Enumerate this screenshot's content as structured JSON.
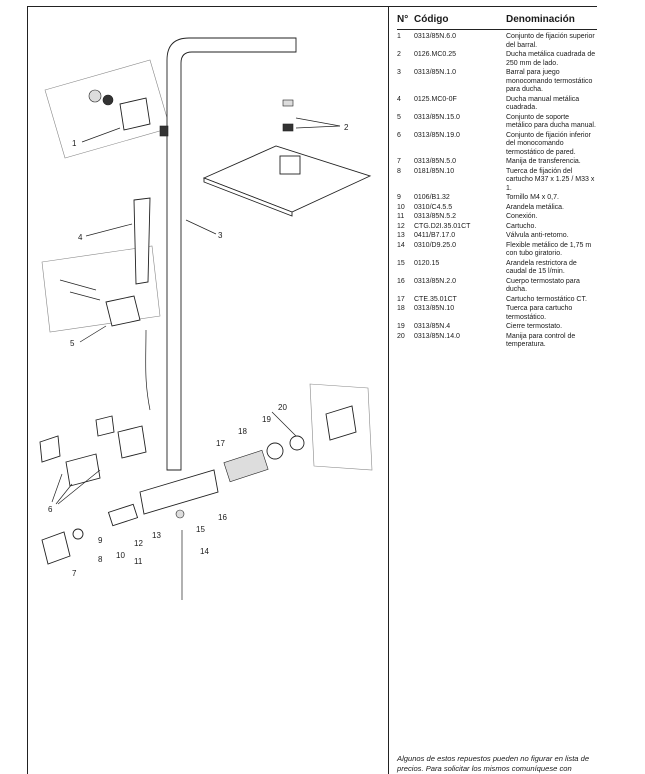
{
  "table": {
    "headers": {
      "no": "N°",
      "code": "Código",
      "name": "Denominación"
    },
    "rows": [
      {
        "no": "1",
        "code": "0313/85N.6.0",
        "name": "Conjunto de fijación superior del barral."
      },
      {
        "no": "2",
        "code": "0126.MC0.25",
        "name": "Ducha metálica cuadrada de 250 mm de lado."
      },
      {
        "no": "3",
        "code": "0313/85N.1.0",
        "name": "Barral para juego monocomando termostático para ducha."
      },
      {
        "no": "4",
        "code": "0125.MC0-0F",
        "name": "Ducha manual metálica cuadrada."
      },
      {
        "no": "5",
        "code": "0313/85N.15.0",
        "name": "Conjunto de soporte metálico para ducha manual."
      },
      {
        "no": "6",
        "code": "0313/85N.19.0",
        "name": "Conjunto de fijación inferior del monocomando termostático de pared."
      },
      {
        "no": "7",
        "code": "0313/85N.5.0",
        "name": "Manija de transferencia."
      },
      {
        "no": "8",
        "code": "0181/85N.10",
        "name": "Tuerca de fijación del cartucho M37 x 1.25 / M33 x 1."
      },
      {
        "no": "9",
        "code": "0106/B1.32",
        "name": "Tornillo M4 x 0,7."
      },
      {
        "no": "10",
        "code": "0310/C4.5.5",
        "name": "Arandela metálica."
      },
      {
        "no": "11",
        "code": "0313/85N.5.2",
        "name": "Conexión."
      },
      {
        "no": "12",
        "code": "CTG.D2I.35.01CT",
        "name": "Cartucho."
      },
      {
        "no": "13",
        "code": "0411/B7.17.0",
        "name": "Válvula anti-retorno."
      },
      {
        "no": "14",
        "code": "0310/D9.25.0",
        "name": "Flexible metálico de 1,75 m con tubo giratorio."
      },
      {
        "no": "15",
        "code": "0120.15",
        "name": "Arandela restrictora de caudal de 15 l/min."
      },
      {
        "no": "16",
        "code": "0313/85N.2.0",
        "name": "Cuerpo termostato para ducha."
      },
      {
        "no": "17",
        "code": "CTE.35.01CT",
        "name": "Cartucho termostático CT."
      },
      {
        "no": "18",
        "code": "0313/85N.10",
        "name": "Tuerca para cartucho termostático."
      },
      {
        "no": "19",
        "code": "0313/85N.4",
        "name": "Cierre termostato."
      },
      {
        "no": "20",
        "code": "0313/85N.14.0",
        "name": "Manija para control de temperatura."
      }
    ]
  },
  "footnote": "Algunos de estos repuestos pueden no figurar en lista de precios. Para solicitar los mismos comuníquese con",
  "callouts": {
    "c1": "1",
    "c2": "2",
    "c3": "3",
    "c4": "4",
    "c5": "5",
    "c6": "6",
    "c7": "7",
    "c8": "8",
    "c9": "9",
    "c10": "10",
    "c11": "11",
    "c12": "12",
    "c13": "13",
    "c14": "14",
    "c15": "15",
    "c16": "16",
    "c17": "17",
    "c18": "18",
    "c19": "19",
    "c20": "20"
  }
}
